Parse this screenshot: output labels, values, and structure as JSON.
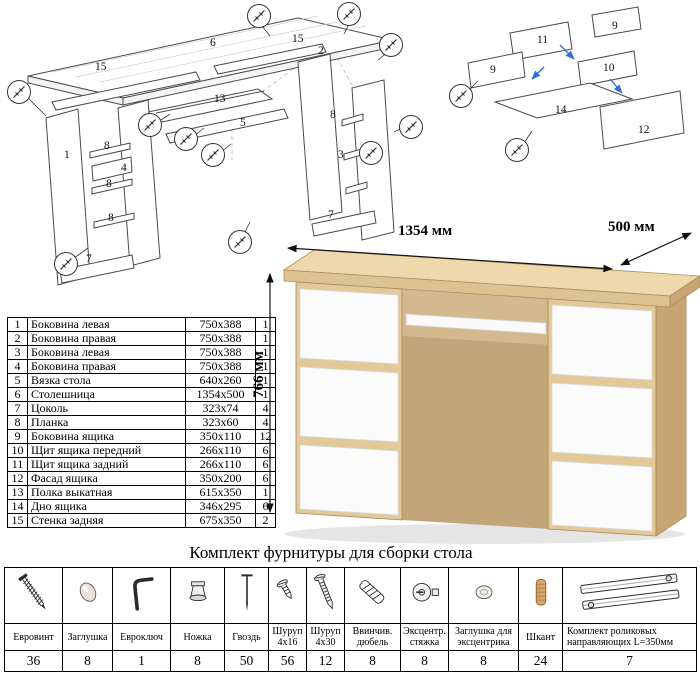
{
  "hardware_title": "Комплект фурнитуры для сборки стола",
  "desk": {
    "width_label": "1354 мм",
    "depth_label": "500 мм",
    "height_label": "766 мм"
  },
  "parts_table": {
    "rows": [
      {
        "num": "1",
        "name": "Боковина левая",
        "size": "750х388",
        "qty": "1"
      },
      {
        "num": "2",
        "name": "Боковина правая",
        "size": "750х388",
        "qty": "1"
      },
      {
        "num": "3",
        "name": "Боковина левая",
        "size": "750х388",
        "qty": "1"
      },
      {
        "num": "4",
        "name": "Боковина правая",
        "size": "750х388",
        "qty": "1"
      },
      {
        "num": "5",
        "name": "Вязка стола",
        "size": "640х260",
        "qty": "1"
      },
      {
        "num": "6",
        "name": "Столешница",
        "size": "1354х500",
        "qty": "1"
      },
      {
        "num": "7",
        "name": "Цоколь",
        "size": "323х74",
        "qty": "4"
      },
      {
        "num": "8",
        "name": "Планка",
        "size": "323х60",
        "qty": "4"
      },
      {
        "num": "9",
        "name": "Боковина ящика",
        "size": "350х110",
        "qty": "12"
      },
      {
        "num": "10",
        "name": "Щит ящика передний",
        "size": "266х110",
        "qty": "6"
      },
      {
        "num": "11",
        "name": "Щит ящика задний",
        "size": "266х110",
        "qty": "6"
      },
      {
        "num": "12",
        "name": "Фасад ящика",
        "size": "350х200",
        "qty": "6"
      },
      {
        "num": "13",
        "name": "Полка выкатная",
        "size": "615х350",
        "qty": "1"
      },
      {
        "num": "14",
        "name": "Дно ящика",
        "size": "346х295",
        "qty": "6"
      },
      {
        "num": "15",
        "name": "Стенка задняя",
        "size": "675х350",
        "qty": "2"
      }
    ]
  },
  "hardware_table": {
    "items": [
      {
        "icon": "euro-screw",
        "name": "Евровинт",
        "qty": "36"
      },
      {
        "icon": "plug",
        "name": "Заглушка",
        "qty": "8"
      },
      {
        "icon": "hex-key",
        "name": "Евроключ",
        "qty": "1"
      },
      {
        "icon": "leg",
        "name": "Ножка",
        "qty": "8"
      },
      {
        "icon": "nail",
        "name": "Гвоздь",
        "qty": "50"
      },
      {
        "icon": "screw-small",
        "name": "Шуруп 4х16",
        "qty": "56"
      },
      {
        "icon": "screw-large",
        "name": "Шуруп 4х30",
        "qty": "12"
      },
      {
        "icon": "dowel-screw",
        "name": "Ввинчив. дюбель",
        "qty": "8"
      },
      {
        "icon": "cam-lock",
        "name": "Эксцентр. стяжка",
        "qty": "8"
      },
      {
        "icon": "cam-plug",
        "name": "Заглушка для эксцентрика",
        "qty": "8"
      },
      {
        "icon": "wood-dowel",
        "name": "Шкант",
        "qty": "24"
      },
      {
        "icon": "roller-slides",
        "name": "Комплект роликовых направляющих L=350мм",
        "qty": "7"
      }
    ]
  },
  "main_diagram": {
    "labels": [
      "15",
      "6",
      "15",
      "2",
      "5",
      "13",
      "1",
      "8",
      "4",
      "8",
      "8",
      "7",
      "3",
      "8",
      "7"
    ]
  },
  "drawer_diagram": {
    "labels": [
      "11",
      "9",
      "9",
      "10",
      "14",
      "12"
    ]
  }
}
